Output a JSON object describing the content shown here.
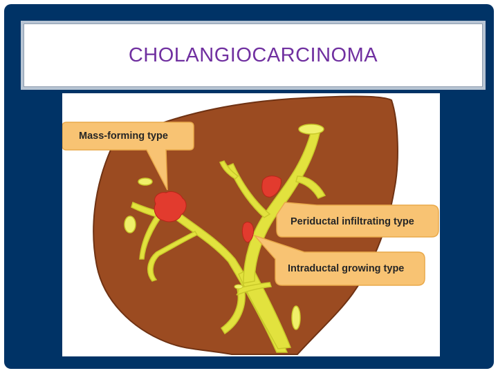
{
  "slide": {
    "title": "CHOLANGIOCARCINOMA",
    "colors": {
      "frame": "#003366",
      "title_text": "#7030a0",
      "liver": "#9b4b21",
      "bile_duct": "#e2e23e",
      "tumor": "#e23b2e",
      "callout": "#f8c373"
    }
  },
  "diagram": {
    "labels": {
      "mass_forming": "Mass-forming type",
      "periductal": "Periductal infiltrating type",
      "intraductal": "Intraductal growing type"
    }
  }
}
